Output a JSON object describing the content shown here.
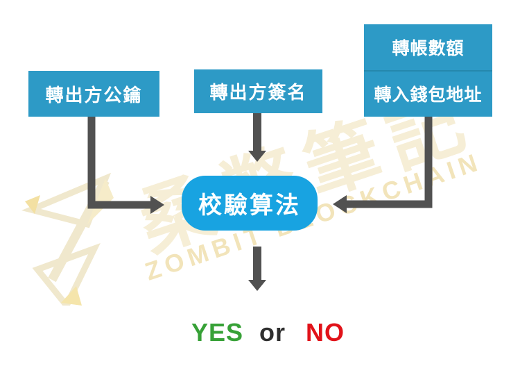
{
  "boxes": {
    "sender_public_key": "轉出方公鑰",
    "sender_signature": "轉出方簽名",
    "transfer_amount": "轉帳數額",
    "destination_wallet_address": "轉入錢包地址",
    "verification_algorithm": "校驗算法"
  },
  "result": {
    "yes": "YES",
    "conjunction": "or",
    "no": "NO"
  },
  "watermark": {
    "brand_cjk": "桑幣筆記",
    "brand_en": "ZOMBIT BLOCKCHAIN"
  },
  "colors": {
    "input_box_blue": "#2d9ac6",
    "input_box_divider": "#2588ad",
    "process_box_blue": "#18a3e1",
    "arrow_gray": "#515151",
    "yes_green": "#37a137",
    "no_red": "#e11219",
    "watermark_cream": "#f6eed6",
    "watermark_yellow": "#f2e4ba"
  }
}
